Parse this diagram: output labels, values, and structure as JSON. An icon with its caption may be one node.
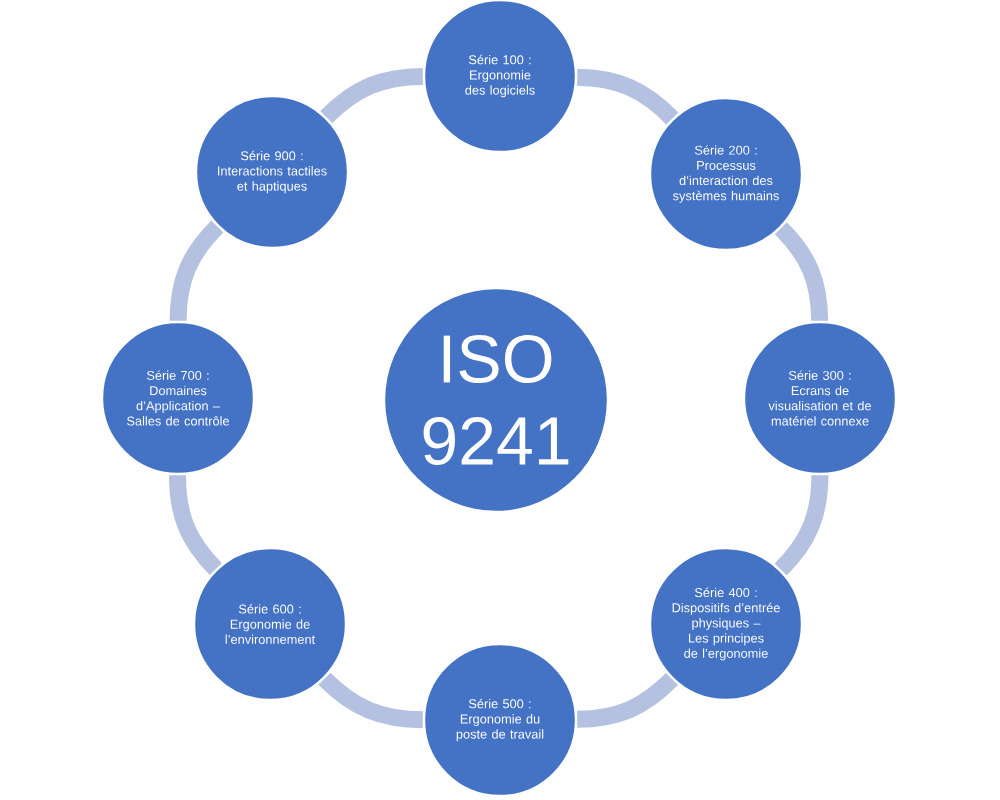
{
  "diagram": {
    "nodes": [
      {
        "text": [
          "ISO 9241"
        ]
      },
      {
        "text": [
          "Série 100 :",
          "Ergonomie des logiciels"
        ]
      },
      {
        "text": [
          "Série 200 :",
          "Processus d’interaction des systèmes humains"
        ]
      },
      {
        "text": [
          "Série 300 :",
          "Ecrans de visualisation et de matériel connexe"
        ]
      },
      {
        "text": [
          "Série 400 :",
          "Dispositifs d’entrée physiques – Les principes de l’ergonomie"
        ]
      },
      {
        "text": [
          "Série 500 :",
          "Ergonomie du poste de travail"
        ]
      },
      {
        "text": [
          "Série 600 :",
          "Ergonomie de l’environnement"
        ]
      },
      {
        "text": [
          "Série 700 :",
          "Domaines d’Application – Salles de contrôle"
        ]
      },
      {
        "text": [
          "Série 900 :",
          "Interactions tactiles et haptiques"
        ]
      }
    ],
    "edges": [
      {
        "from": 1,
        "to": 2,
        "arrow": "none"
      },
      {
        "from": 2,
        "to": 3,
        "arrow": "none"
      },
      {
        "from": 3,
        "to": 4,
        "arrow": "none"
      },
      {
        "from": 4,
        "to": 5,
        "arrow": "none"
      },
      {
        "from": 5,
        "to": 6,
        "arrow": "none"
      },
      {
        "from": 6,
        "to": 7,
        "arrow": "none"
      },
      {
        "from": 7,
        "to": 8,
        "arrow": "none"
      },
      {
        "from": 8,
        "to": 1,
        "arrow": "none"
      }
    ]
  }
}
